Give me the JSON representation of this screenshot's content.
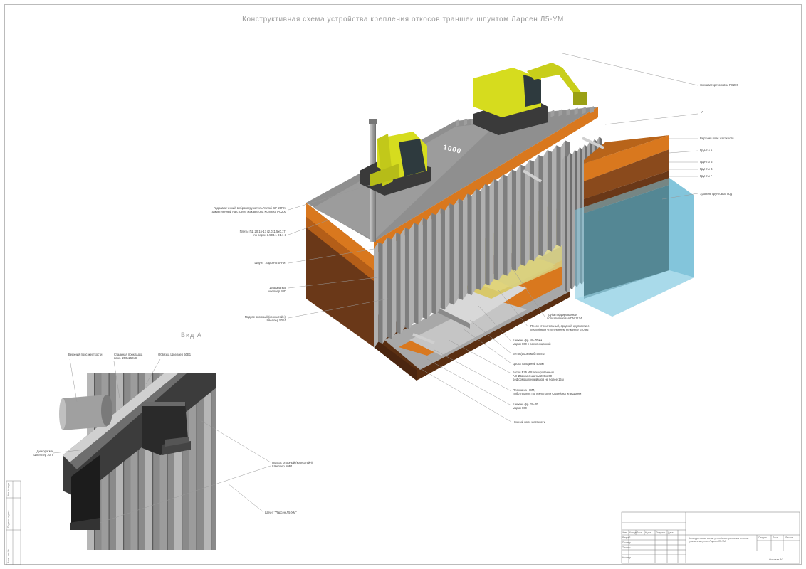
{
  "title": "Конструктивная схема устройства крепления откосов траншеи шпунтом Ларсен Л5-УМ",
  "dimension_label": "1000",
  "view_title": "Вид А",
  "labels_right": [
    {
      "key": "excavator",
      "text": "Экскаватор Komatsu PC200"
    },
    {
      "key": "a_mark",
      "text": "А"
    },
    {
      "key": "upper_belt",
      "text": "Верхний пояс жесткости"
    },
    {
      "key": "soil_a",
      "text": "Грунты А"
    },
    {
      "key": "soil_b",
      "text": "Грунты Б"
    },
    {
      "key": "soil_v",
      "text": "Грунты В"
    },
    {
      "key": "soil_g",
      "text": "Грунты Г"
    },
    {
      "key": "groundwater",
      "text": "Уровень грунтовых вод"
    }
  ],
  "labels_left": [
    {
      "key": "vibro",
      "line1": "Гидравлический вибропогружатель Yonsei SP-20RK,",
      "line2": "закрепленный на стреле экскаватора Komatsu PC200"
    },
    {
      "key": "slabs",
      "line1": "Плиты ПД 20.15-17 (2,0х1,5х0,17)",
      "line2": "по серии 3.503.1-91.1-3"
    },
    {
      "key": "sheet_pile",
      "line1": "Шпунт \"Ларсен Л5-УМ\"",
      "line2": ""
    },
    {
      "key": "diaphragm",
      "line1": "Диафрагма,",
      "line2": "швеллер 20П"
    },
    {
      "key": "support",
      "line1": "Подкос опорный (кронштейн),",
      "line2": "Швеллер 50Б1"
    }
  ],
  "labels_bottom": [
    {
      "key": "pipe",
      "line1": "Труба гофрированная",
      "line2": "полиэтиленовая DN 1124"
    },
    {
      "key": "sand",
      "line1": "Песок строительный, средней крупности с",
      "line2": "послойным уплотнением не менее к=0,95"
    },
    {
      "key": "gravel",
      "line1": "Щебень фр. 40-70мм",
      "line2": "марки 600 с расклинцовкой"
    },
    {
      "key": "timber",
      "line1": "Бетон/доска м/б плиты",
      "line2": ""
    },
    {
      "key": "board",
      "line1": "Доска толщиной 40мм",
      "line2": ""
    },
    {
      "key": "concrete",
      "line1": "Бетон В25 W8 армированный",
      "line2": "АIII Ø12мм с шагом 200х200"
    },
    {
      "key": "concrete2",
      "line1": "деформационный шов не более 15м",
      "line2": ""
    },
    {
      "key": "geotextile",
      "line1": "Пленка из НСМ,",
      "line2": "либо Геотекс по технологии Спанбонд или Дорнит"
    },
    {
      "key": "gravel2",
      "line1": "Щебень фр. 20-40",
      "line2": "марки 600"
    },
    {
      "key": "lower_belt",
      "line1": "Нижний пояс жесткости",
      "line2": ""
    }
  ],
  "detail_labels": [
    {
      "key": "d_upper",
      "line1": "Верхний пояс жесткости",
      "line2": ""
    },
    {
      "key": "d_plate",
      "line1": "Стальная прокладка",
      "line2": "Закл. 250х250х8"
    },
    {
      "key": "d_binding",
      "line1": "Обвязка Швеллер 50Б1",
      "line2": ""
    },
    {
      "key": "d_diaphragm",
      "line1": "Диафрагма",
      "line2": "Швеллер 20П"
    },
    {
      "key": "d_support",
      "line1": "Подкос опорный (кронштейн),",
      "line2": "Швеллер 50Б1"
    },
    {
      "key": "d_sheet",
      "line1": "Шпунт \"Ларсен Л5-УМ\"",
      "line2": ""
    }
  ],
  "stamp": {
    "headers": [
      "Изм.",
      "Кол.уч",
      "Лист",
      "№док.",
      "Подпись",
      "Дата"
    ],
    "rows": [
      "Разраб.",
      "Провер.",
      "Т.контр.",
      "",
      "Н.контр."
    ],
    "description": "Конструктивная схема устройства крепления откосов траншеи шпунтом Ларсен Л5-УМ",
    "col_stage": "Стадия",
    "col_sheet": "Лист",
    "col_sheets": "Листов"
  },
  "side_strip": [
    "Инв.№ подл.",
    "Подпись и дата",
    "Взам. инв.№"
  ],
  "sheet_format": "Формат А3",
  "colors": {
    "orange": "#d9781e",
    "brown_dark": "#5a2f12",
    "soil_mid": "#8a4a1c",
    "steel": "#9a9a9a",
    "excavator": "#d6dc1e",
    "water": "#7fc6de",
    "sand": "#d8d080"
  }
}
